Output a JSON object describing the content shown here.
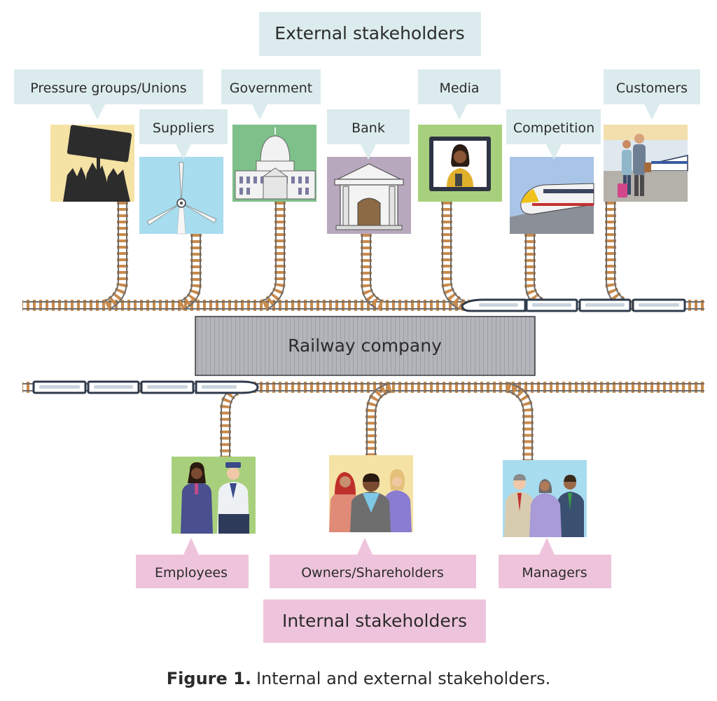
{
  "external": {
    "title": "External stakeholders",
    "stakeholders": [
      {
        "label": "Pressure groups/Unions",
        "icon": "protest-icon"
      },
      {
        "label": "Suppliers",
        "icon": "wind-turbine-icon"
      },
      {
        "label": "Government",
        "icon": "capitol-building-icon"
      },
      {
        "label": "Bank",
        "icon": "bank-building-icon"
      },
      {
        "label": "Media",
        "icon": "news-presenter-icon"
      },
      {
        "label": "Competition",
        "icon": "high-speed-train-icon"
      },
      {
        "label": "Customers",
        "icon": "travelling-couple-icon"
      }
    ]
  },
  "company": {
    "label": "Railway company"
  },
  "internal": {
    "title": "Internal stakeholders",
    "stakeholders": [
      {
        "label": "Employees",
        "icon": "railway-staff-icon"
      },
      {
        "label": "Owners/Shareholders",
        "icon": "shareholders-group-icon"
      },
      {
        "label": "Managers",
        "icon": "managers-group-icon"
      }
    ]
  },
  "caption": {
    "bold": "Figure 1.",
    "text": "Internal and external stakeholders."
  },
  "colors": {
    "external_label_bg": "#dcecee",
    "internal_label_bg": "#eec4dc",
    "company_box": "#a9abb0",
    "track_tie": "#c98a4b",
    "track_rail": "#6b6b6b"
  }
}
